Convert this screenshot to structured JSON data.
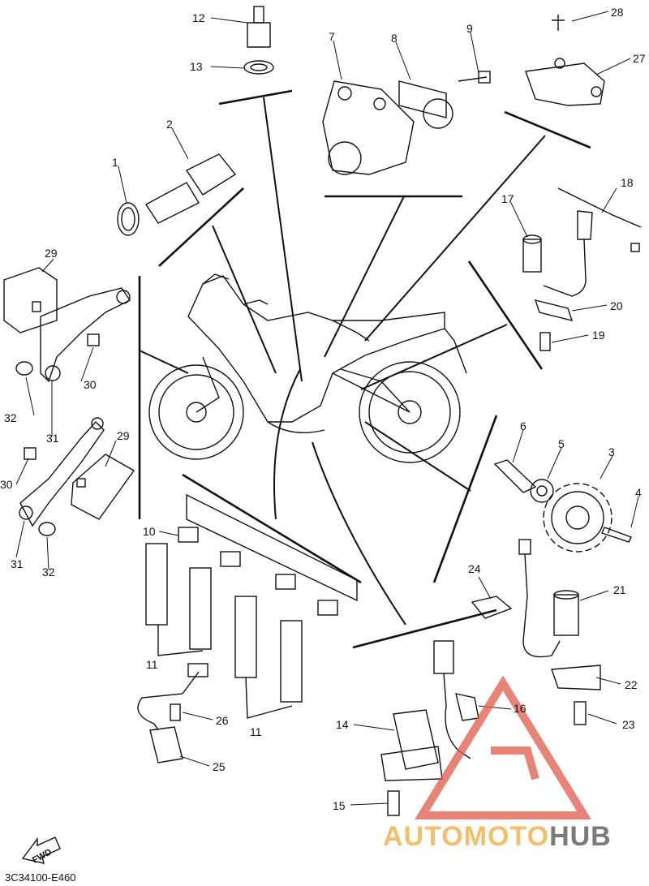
{
  "diagram": {
    "part_code": "3C34100-E460",
    "fwd_label": "FWD",
    "brand": {
      "part1": "AUTOMOTO",
      "part2": "HUB",
      "color1": "#f2bf6a",
      "color2": "#7a7a7a",
      "logo_color": "#e05a4a"
    },
    "callouts": [
      {
        "id": "c1",
        "text": "1"
      },
      {
        "id": "c2",
        "text": "2"
      },
      {
        "id": "c3",
        "text": "3"
      },
      {
        "id": "c4",
        "text": "4"
      },
      {
        "id": "c5",
        "text": "5"
      },
      {
        "id": "c6",
        "text": "6"
      },
      {
        "id": "c7",
        "text": "7"
      },
      {
        "id": "c8",
        "text": "8"
      },
      {
        "id": "c9",
        "text": "9"
      },
      {
        "id": "c10",
        "text": "10"
      },
      {
        "id": "c11a",
        "text": "11"
      },
      {
        "id": "c11b",
        "text": "11"
      },
      {
        "id": "c12",
        "text": "12"
      },
      {
        "id": "c13",
        "text": "13"
      },
      {
        "id": "c14",
        "text": "14"
      },
      {
        "id": "c15",
        "text": "15"
      },
      {
        "id": "c16",
        "text": "16"
      },
      {
        "id": "c17",
        "text": "17"
      },
      {
        "id": "c18",
        "text": "18"
      },
      {
        "id": "c19",
        "text": "19"
      },
      {
        "id": "c20",
        "text": "20"
      },
      {
        "id": "c21",
        "text": "21"
      },
      {
        "id": "c22",
        "text": "22"
      },
      {
        "id": "c23",
        "text": "23"
      },
      {
        "id": "c24",
        "text": "24"
      },
      {
        "id": "c25",
        "text": "25"
      },
      {
        "id": "c26",
        "text": "26"
      },
      {
        "id": "c27",
        "text": "27"
      },
      {
        "id": "c28",
        "text": "28"
      },
      {
        "id": "c29a",
        "text": "29"
      },
      {
        "id": "c29b",
        "text": "29"
      },
      {
        "id": "c30a",
        "text": "30"
      },
      {
        "id": "c30b",
        "text": "30"
      },
      {
        "id": "c31a",
        "text": "31"
      },
      {
        "id": "c31b",
        "text": "31"
      },
      {
        "id": "c32a",
        "text": "32"
      },
      {
        "id": "c32b",
        "text": "32"
      }
    ]
  }
}
